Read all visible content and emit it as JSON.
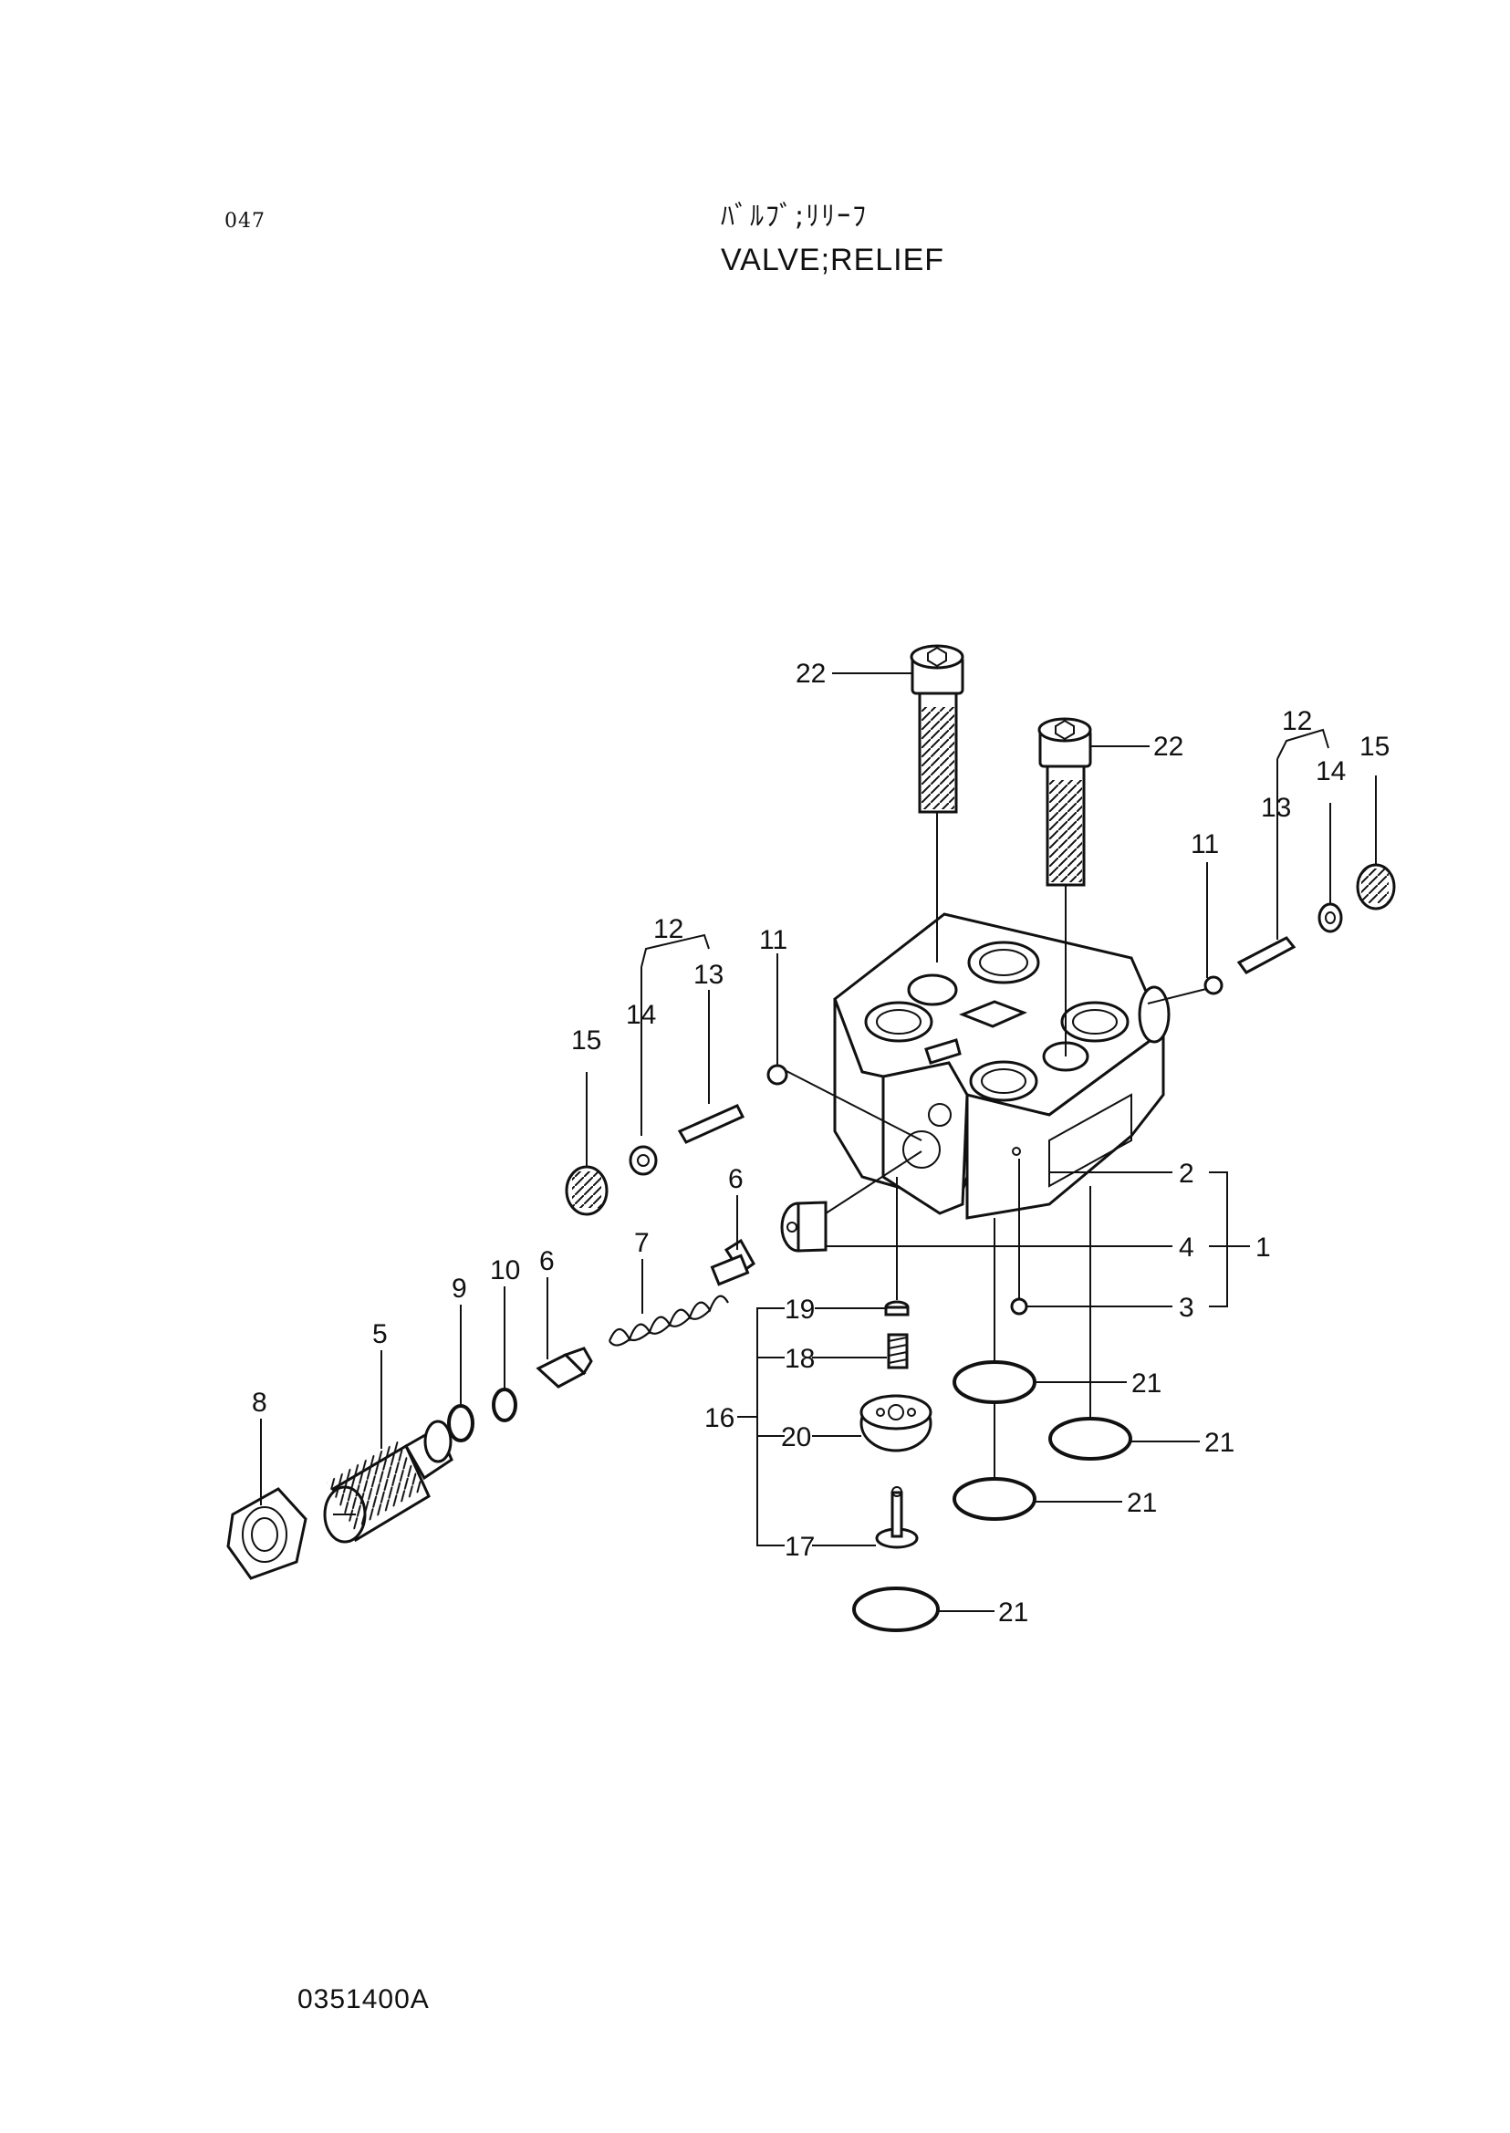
{
  "header": {
    "page_number": "047",
    "title_jp": "ﾊﾞﾙﾌﾞ;ﾘﾘｰﾌ",
    "title_en": "VALVE;RELIEF"
  },
  "footer": {
    "drawing_number": "0351400A"
  },
  "callouts": {
    "c1": "1",
    "c2": "2",
    "c3": "3",
    "c4": "4",
    "c5": "5",
    "c6a": "6",
    "c6b": "6",
    "c7": "7",
    "c8": "8",
    "c9": "9",
    "c10": "10",
    "c11a": "11",
    "c11b": "11",
    "c12a": "12",
    "c12b": "12",
    "c13a": "13",
    "c13b": "13",
    "c14a": "14",
    "c14b": "14",
    "c15a": "15",
    "c15b": "15",
    "c16": "16",
    "c17": "17",
    "c18": "18",
    "c19": "19",
    "c20": "20",
    "c21a": "21",
    "c21b": "21",
    "c21c": "21",
    "c21d": "21",
    "c22a": "22",
    "c22b": "22"
  }
}
